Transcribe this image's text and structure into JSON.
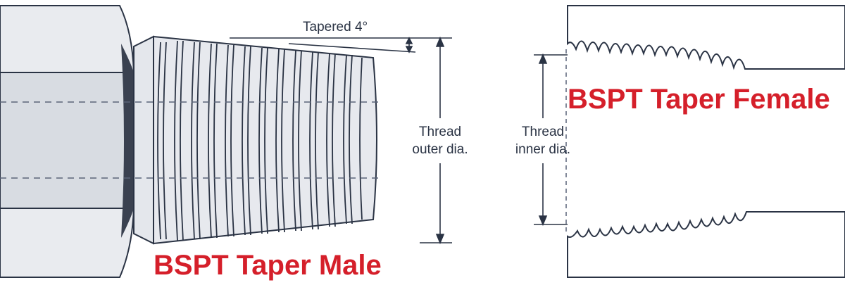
{
  "male": {
    "title": "BSPT Taper Male",
    "taper_label": "Tapered 4°",
    "dimension_line1": "Thread",
    "dimension_line2": "outer dia."
  },
  "female": {
    "title": "BSPT Taper Female",
    "dimension_line1": "Thread",
    "dimension_line2": "inner dia."
  },
  "colors": {
    "label_red": "#d51f2a",
    "line_dark": "#2a3344",
    "fill_light": "#e9ebef",
    "fill_mid": "#d3d7de",
    "fill_dark": "#3a4150"
  }
}
